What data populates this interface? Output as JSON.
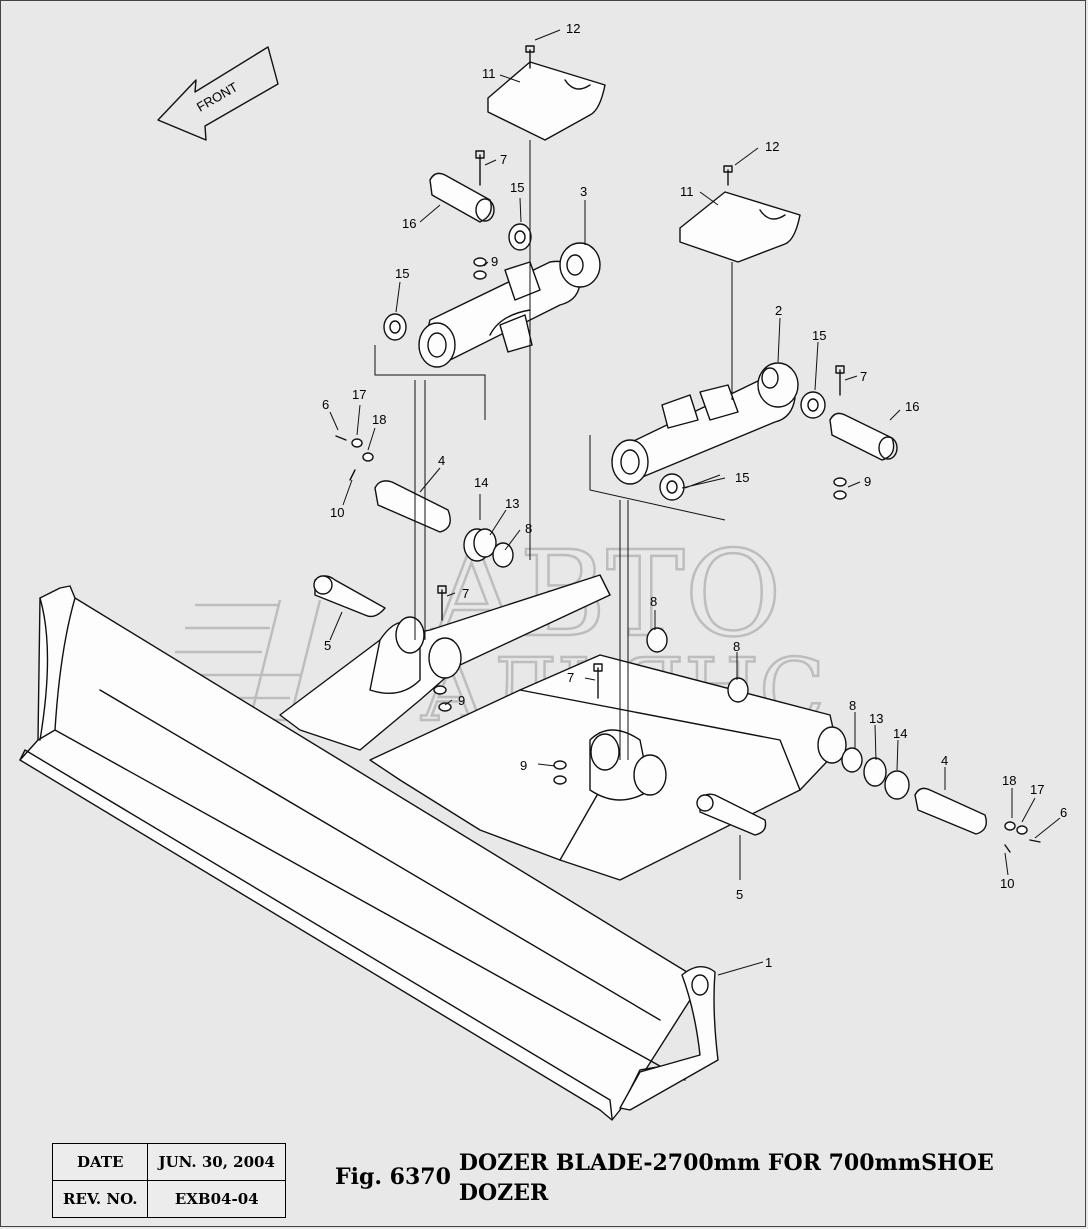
{
  "front_arrow": {
    "label": "FRONT"
  },
  "watermark": {
    "line1": "АВТО",
    "line2": "АЛЬЯНС"
  },
  "callouts": [
    {
      "id": "c12a",
      "text": "12"
    },
    {
      "id": "c11a",
      "text": "11"
    },
    {
      "id": "c7a",
      "text": "7"
    },
    {
      "id": "c15a",
      "text": "15"
    },
    {
      "id": "c3",
      "text": "3"
    },
    {
      "id": "c16a",
      "text": "16"
    },
    {
      "id": "c9a",
      "text": "9"
    },
    {
      "id": "c15b",
      "text": "15"
    },
    {
      "id": "c12b",
      "text": "12"
    },
    {
      "id": "c11b",
      "text": "11"
    },
    {
      "id": "c2",
      "text": "2"
    },
    {
      "id": "c15c",
      "text": "15"
    },
    {
      "id": "c7b",
      "text": "7"
    },
    {
      "id": "c16b",
      "text": "16"
    },
    {
      "id": "c6a",
      "text": "6"
    },
    {
      "id": "c17a",
      "text": "17"
    },
    {
      "id": "c18a",
      "text": "18"
    },
    {
      "id": "c4a",
      "text": "4"
    },
    {
      "id": "c10a",
      "text": "10"
    },
    {
      "id": "c14a",
      "text": "14"
    },
    {
      "id": "c13a",
      "text": "13"
    },
    {
      "id": "c8a",
      "text": "8"
    },
    {
      "id": "c15d",
      "text": "15"
    },
    {
      "id": "c9b",
      "text": "9"
    },
    {
      "id": "c7c",
      "text": "7"
    },
    {
      "id": "c5a",
      "text": "5"
    },
    {
      "id": "c9c",
      "text": "9"
    },
    {
      "id": "c8b",
      "text": "8"
    },
    {
      "id": "c8c",
      "text": "8"
    },
    {
      "id": "c7d",
      "text": "7"
    },
    {
      "id": "c9d",
      "text": "9"
    },
    {
      "id": "c8d",
      "text": "8"
    },
    {
      "id": "c13b",
      "text": "13"
    },
    {
      "id": "c14b",
      "text": "14"
    },
    {
      "id": "c4b",
      "text": "4"
    },
    {
      "id": "c18b",
      "text": "18"
    },
    {
      "id": "c17b",
      "text": "17"
    },
    {
      "id": "c6b",
      "text": "6"
    },
    {
      "id": "c10b",
      "text": "10"
    },
    {
      "id": "c5b",
      "text": "5"
    },
    {
      "id": "c1",
      "text": "1"
    }
  ],
  "info_table": {
    "date_label": "DATE",
    "date_value": "JUN. 30, 2004",
    "rev_label": "REV. NO.",
    "rev_value": "EXB04-04"
  },
  "figure": {
    "label": "Fig. 6370",
    "title": "DOZER BLADE-2700mm FOR 700mmSHOE DOZER"
  }
}
